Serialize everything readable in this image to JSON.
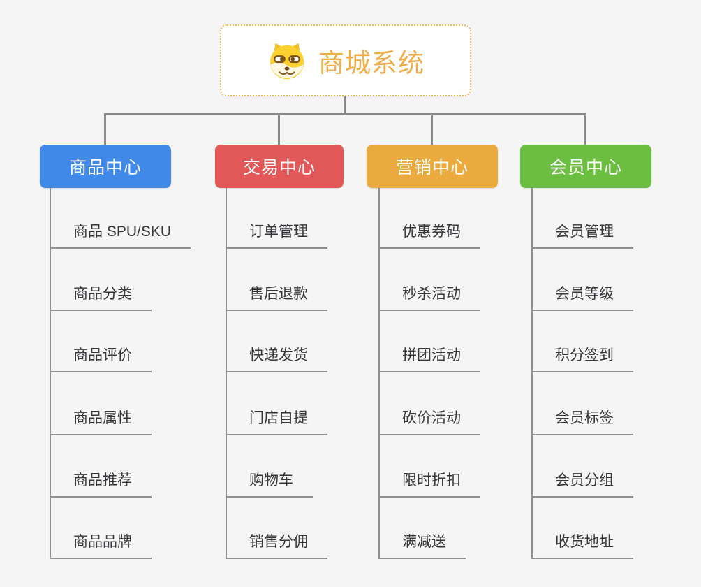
{
  "root": {
    "title": "商城系统",
    "icon": "doge-icon",
    "border_color": "#f2b863",
    "title_color": "#f0ac48"
  },
  "connector_color": "#898989",
  "background_color": "#f5f5f6",
  "branches": [
    {
      "label": "商品中心",
      "color": "#4189e8",
      "items": [
        "商品 SPU/SKU",
        "商品分类",
        "商品评价",
        "商品属性",
        "商品推荐",
        "商品品牌"
      ]
    },
    {
      "label": "交易中心",
      "color": "#e25859",
      "items": [
        "订单管理",
        "售后退款",
        "快递发货",
        "门店自提",
        "购物车",
        "销售分佣"
      ]
    },
    {
      "label": "营销中心",
      "color": "#ebaa3d",
      "items": [
        "优惠券码",
        "秒杀活动",
        "拼团活动",
        "砍价活动",
        "限时折扣",
        "满减送"
      ]
    },
    {
      "label": "会员中心",
      "color": "#6cbe40",
      "items": [
        "会员管理",
        "会员等级",
        "积分签到",
        "会员标签",
        "会员分组",
        "收货地址"
      ]
    }
  ]
}
